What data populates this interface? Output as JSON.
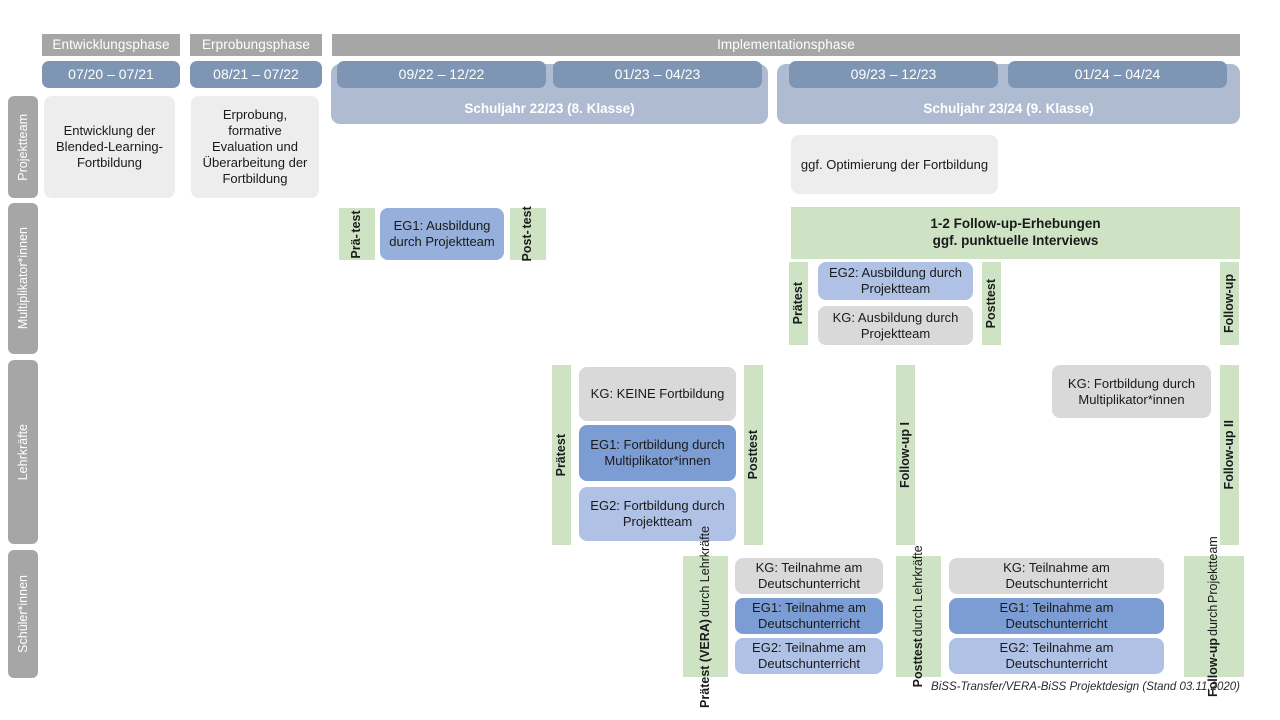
{
  "footer": {
    "note": "BiSS-Transfer/VERA-BiSS Projektdesign (Stand 03.11.2020)"
  },
  "phases": [
    {
      "label": "Entwicklungsphase"
    },
    {
      "label": "Erprobungsphase"
    },
    {
      "label": "Implementationsphase"
    }
  ],
  "periods": [
    {
      "label": "07/20 – 07/21"
    },
    {
      "label": "08/21 – 07/22"
    },
    {
      "label": "09/22 – 12/22"
    },
    {
      "label": "01/23 – 04/23"
    },
    {
      "label": "09/23 – 12/23"
    },
    {
      "label": "01/24 – 04/24"
    }
  ],
  "school_years": [
    {
      "label": "Schuljahr 22/23 (8. Klasse)"
    },
    {
      "label": "Schuljahr 23/24 (9. Klasse)"
    }
  ],
  "actors": [
    {
      "label": "Projektteam"
    },
    {
      "label": "Multiplikator*innen"
    },
    {
      "label": "Lehrkräfte"
    },
    {
      "label": "Schüler*innen"
    }
  ],
  "projektteam_row": {
    "entwicklung": "Entwicklung der Blended-Learning-Fortbildung",
    "erprobung": "Erprobung, formative Evaluation und Überarbeitung der Fortbildung",
    "optimierung": "ggf. Optimierung der Fortbildung"
  },
  "multiplikator_row": {
    "praetest_line1": "Prä-",
    "praetest_line2": "test",
    "posttest_line1": "Post-",
    "posttest_line2": "test",
    "eg1_ausbildung": "EG1: Ausbildung durch Projektteam",
    "followup_banner_line1": "1-2 Follow-up-Erhebungen",
    "followup_banner_line2": "ggf. punktuelle Interviews",
    "praetest2": "Prätest",
    "posttest2": "Posttest",
    "followup": "Follow-up",
    "eg2_ausbildung": "EG2: Ausbildung durch Projektteam",
    "kg_ausbildung": "KG: Ausbildung durch Projektteam"
  },
  "lehrkraefte_row": {
    "praetest": "Prätest",
    "posttest": "Posttest",
    "followup_1": "Follow-up I",
    "followup_2": "Follow-up II",
    "kg_keine": "KG:  KEINE Fortbildung",
    "eg1_fortbildung": "EG1: Fortbildung durch Multiplikator*innen",
    "eg2_fortbildung": "EG2: Fortbildung durch Projektteam",
    "kg_fortbildung": "KG: Fortbildung durch Multiplikator*innen"
  },
  "schueler_row": {
    "praetest_bold": "Prätest (VERA)",
    "praetest_normal": "durch Lehrkräfte",
    "posttest_bold": "Posttest",
    "posttest_normal": "durch Lehrkräfte",
    "followup_bold": "Follow-up",
    "followup_normal1": "durch",
    "followup_normal2": "Projektteam",
    "kg_a": "KG: Teilnahme am Deutschunterricht",
    "eg1_a": "EG1: Teilnahme am Deutschunterricht",
    "eg2_a": "EG2: Teilnahme am Deutschunterricht",
    "kg_b": "KG: Teilnahme am Deutschunterricht",
    "eg1_b": "EG1: Teilnahme am Deutschunterricht",
    "eg2_b": "EG2: Teilnahme am Deutschunterricht"
  },
  "colors": {
    "phase_grey": "#a6a6a6",
    "date_blue": "#7e96b4",
    "year_blue": "#aebbd0",
    "green": "#cde3c4",
    "kg_grey": "#d9d9d9",
    "neutral_grey": "#ededed",
    "eg1_blue": "#7c9dd4",
    "eg2_blue": "#afc2e5"
  }
}
